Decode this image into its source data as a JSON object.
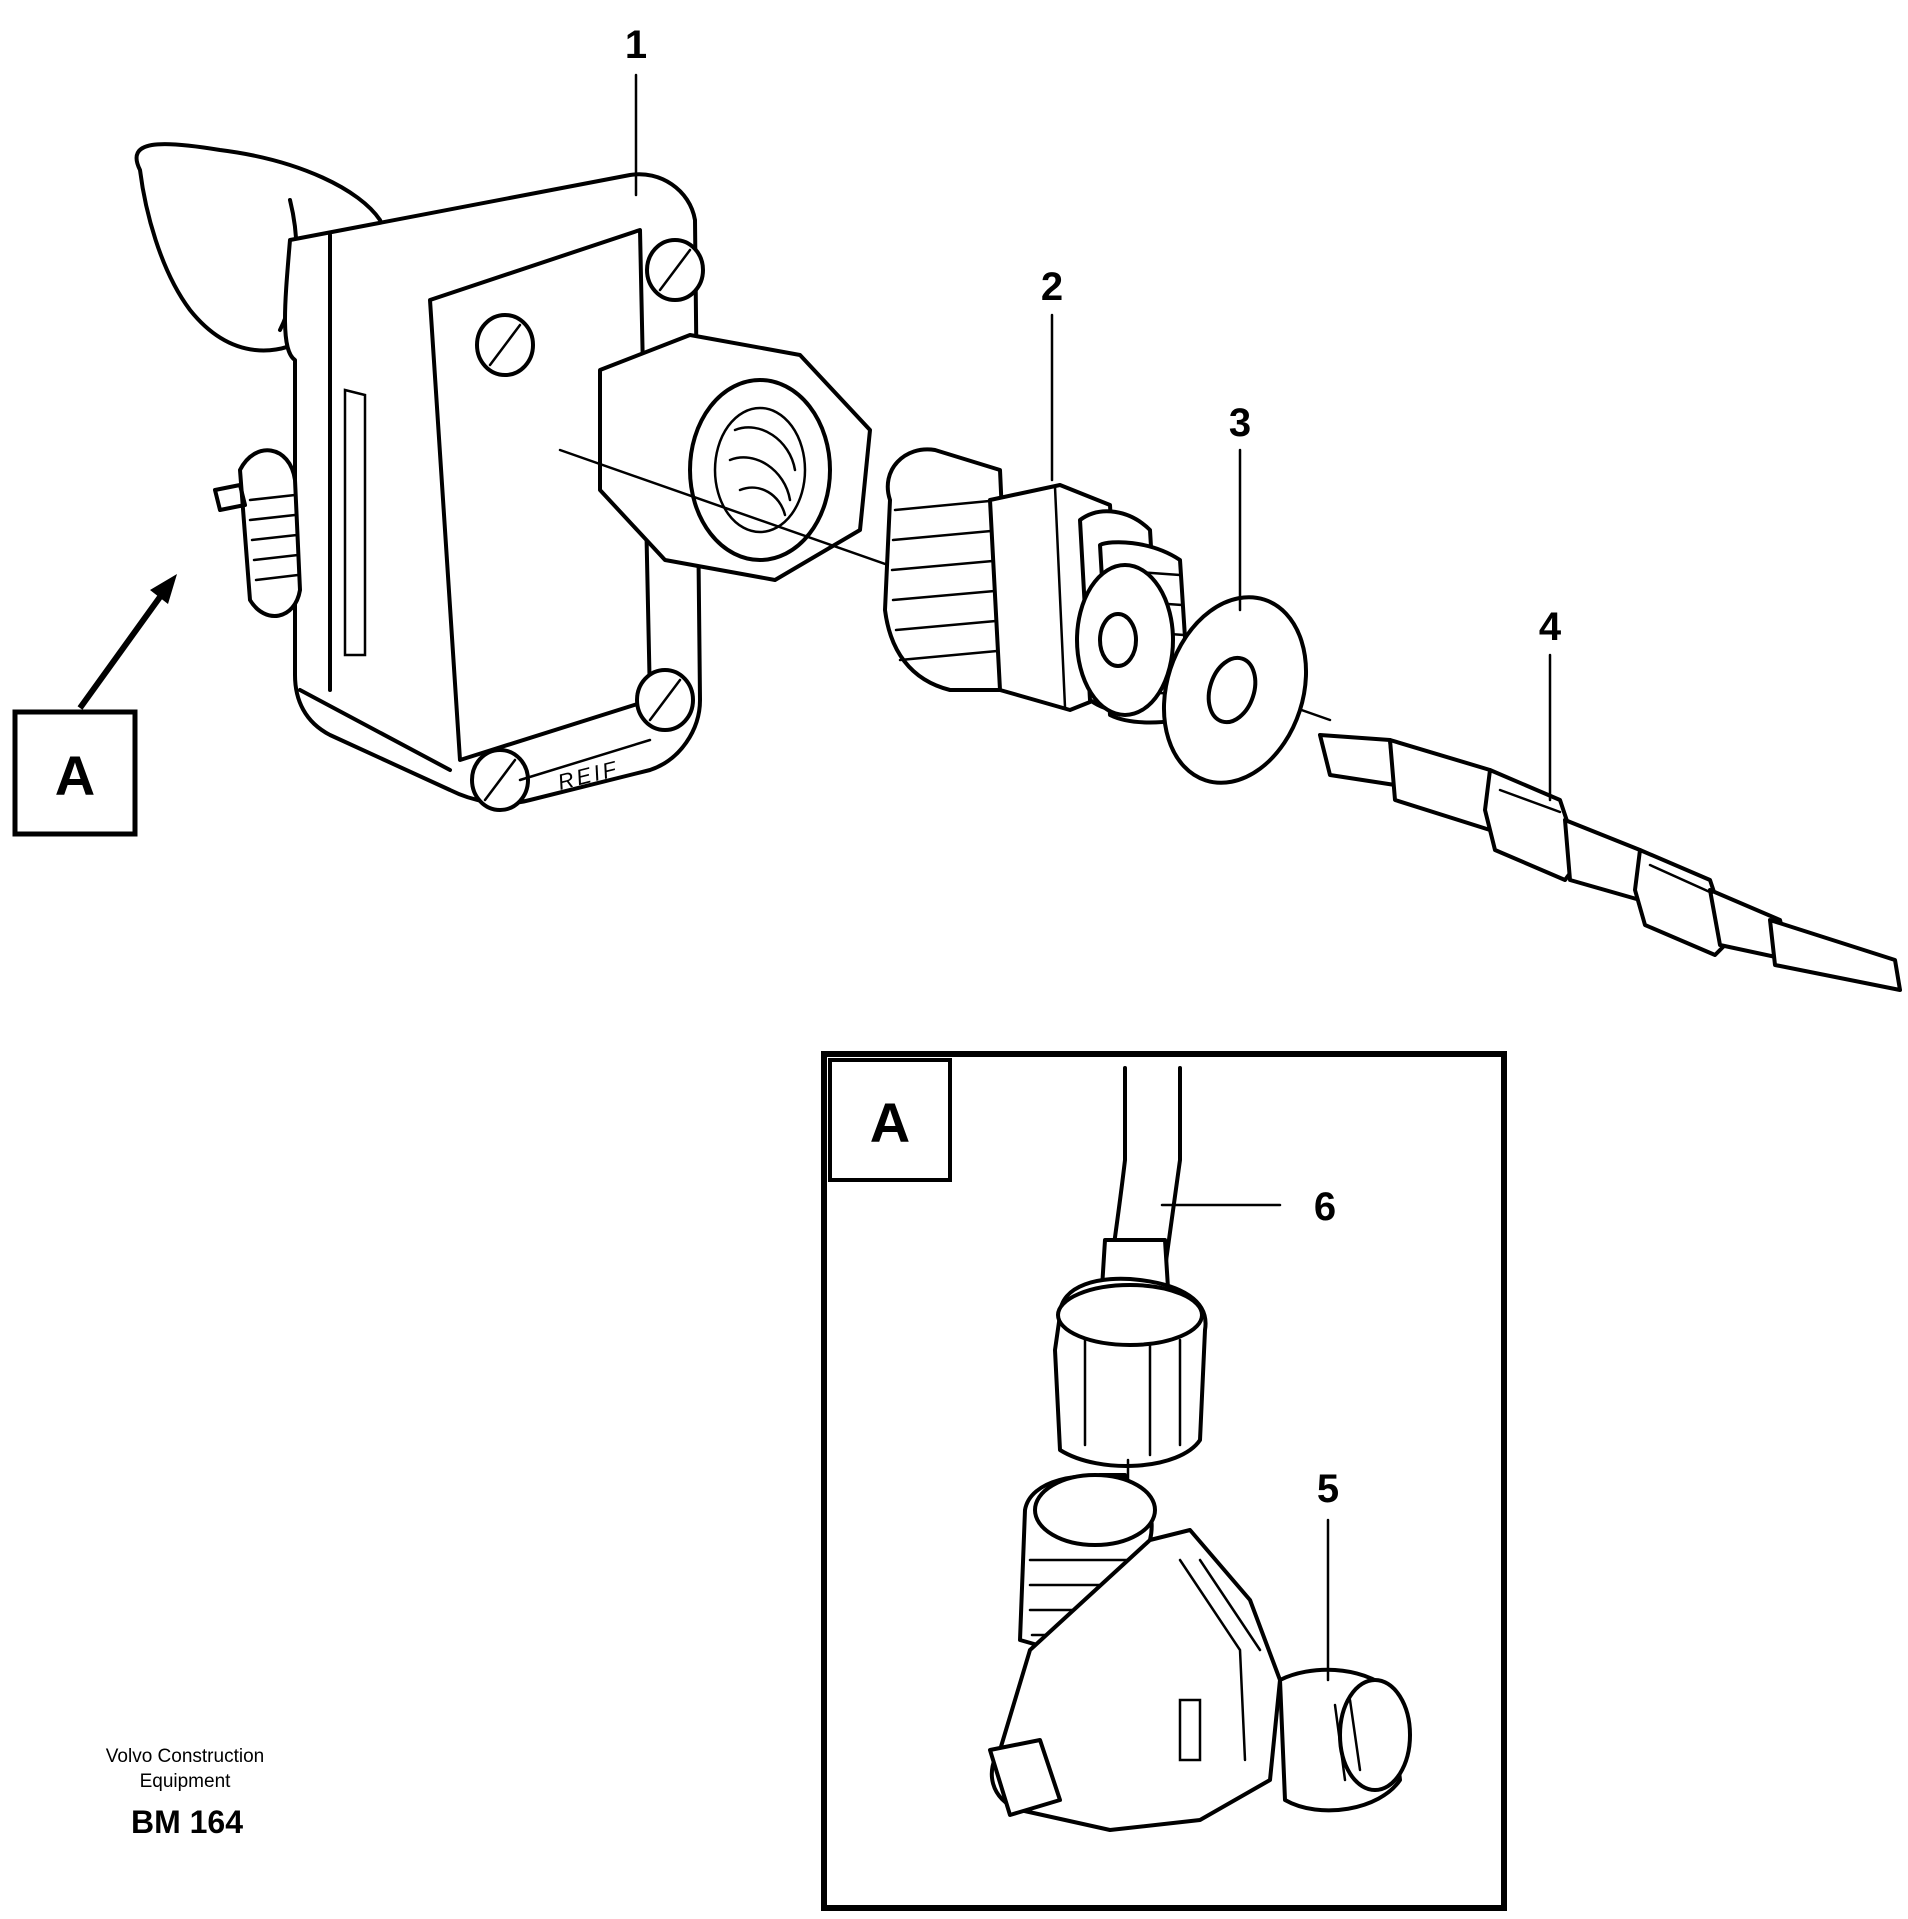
{
  "callouts": {
    "c1": "1",
    "c2": "2",
    "c3": "3",
    "c4": "4",
    "c5": "5",
    "c6": "6"
  },
  "view_label": "A",
  "detail_label": "A",
  "engraving": "REIF",
  "footer": {
    "line1": "Volvo Construction",
    "line2": "Equipment",
    "code": "BM 164"
  }
}
